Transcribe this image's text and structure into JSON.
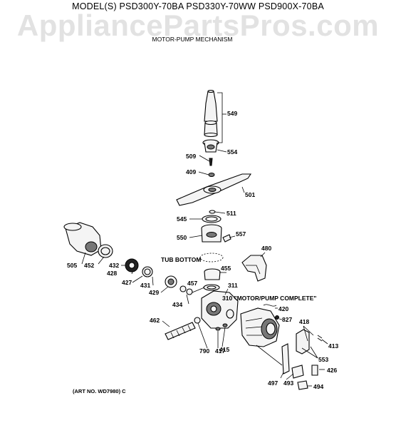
{
  "header": {
    "models_line": "MODEL(S) PSD300Y-70BA  PSD330Y-70WW  PSD900X-70BA",
    "watermark": "AppliancePartsPros.com",
    "subtitle": "MOTOR-PUMP MECHANISM"
  },
  "footer": {
    "art_no": "(ART NO. WD7980) C"
  },
  "labels": {
    "p549": "549",
    "p554": "554",
    "p509": "509",
    "p409": "409",
    "p501": "501",
    "p511": "511",
    "p545": "545",
    "p550": "550",
    "p557": "557",
    "p480": "480",
    "tub_bottom": "TUB BOTTOM",
    "p455": "455",
    "p505": "505",
    "p452": "452",
    "p432": "432",
    "p428": "428",
    "p427": "427",
    "p431": "431",
    "p429": "429",
    "p457": "457",
    "p434": "434",
    "p311": "311",
    "p310": "310 \"MOTOR/PUMP COMPLETE\"",
    "p420": "420",
    "p462": "462",
    "p827": "827",
    "p418": "418",
    "p413": "413",
    "p553": "553",
    "p790": "790",
    "p417": "417",
    "p415": "415",
    "p426": "426",
    "p497": "497",
    "p493": "493",
    "p494": "494"
  }
}
